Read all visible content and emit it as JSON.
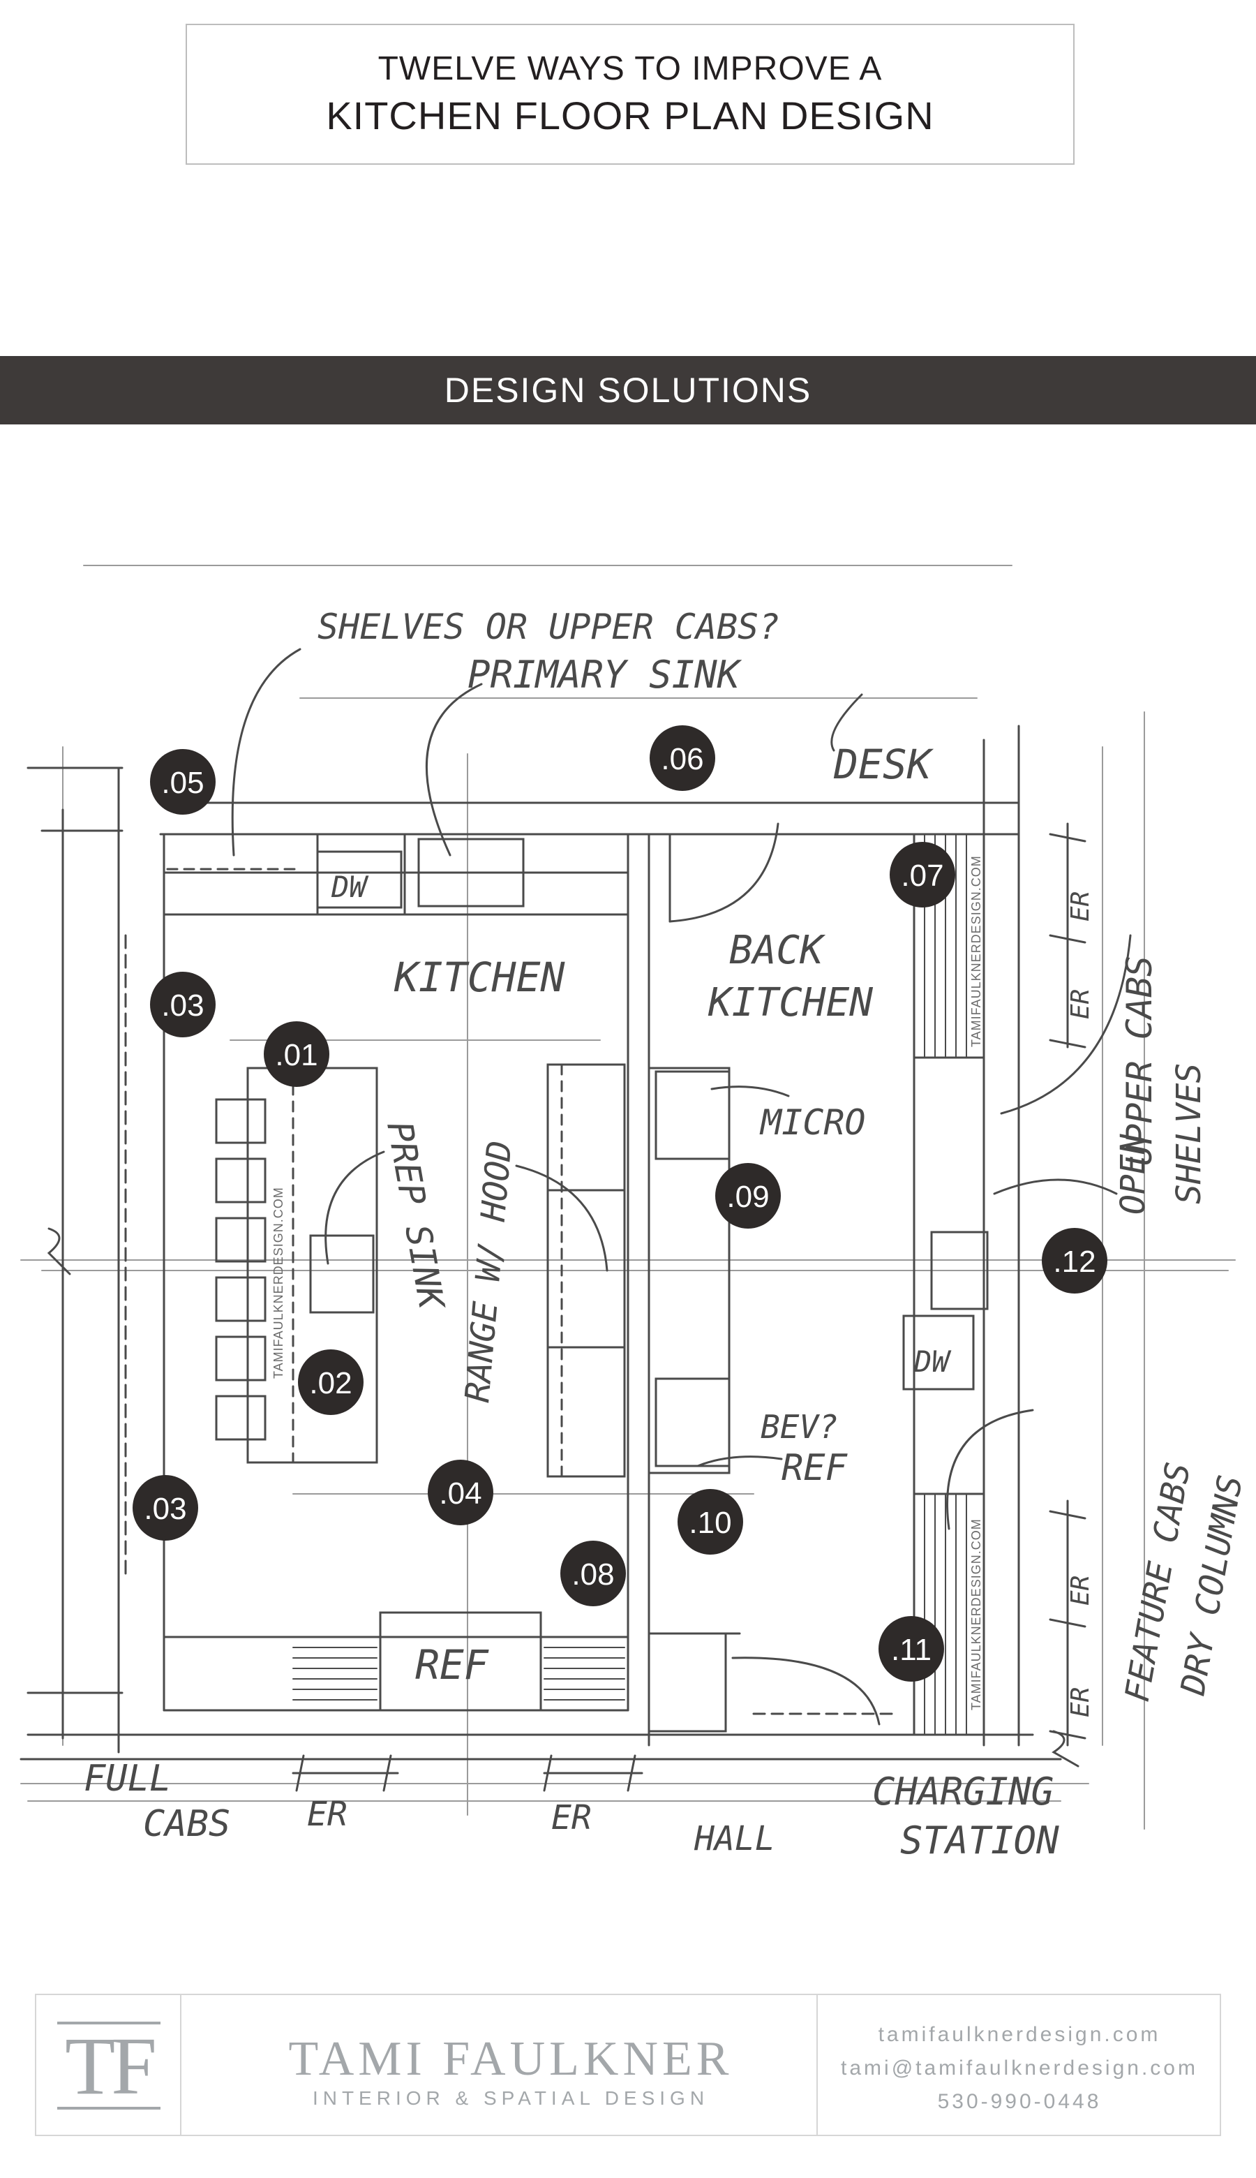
{
  "header": {
    "title_line1": "TWELVE WAYS TO IMPROVE A",
    "title_line2": "KITCHEN FLOOR PLAN DESIGN"
  },
  "section_band": {
    "label": "DESIGN SOLUTIONS",
    "color": "#3e3a39"
  },
  "plan": {
    "badges": [
      ".01",
      ".02",
      ".03",
      ".03",
      ".04",
      ".05",
      ".06",
      ".07",
      ".08",
      ".09",
      ".10",
      ".11",
      ".12"
    ],
    "sketch_labels": {
      "shelves": "SHELVES OR UPPER CABS?",
      "primary_sink": "PRIMARY SINK",
      "desk": "DESK",
      "upper_cabs": "UPPER CABS",
      "kitchen": "KITCHEN",
      "back_kitchen_1": "BACK",
      "back_kitchen_2": "KITCHEN",
      "dw_top": "DW",
      "dw_right": "DW",
      "micro": "MICRO",
      "prep_sink": "PREP SINK",
      "range_hood": "RANGE W/ HOOD",
      "open_shelves_1": "OPEN",
      "open_shelves_2": "SHELVES",
      "bev_ref_1": "BEV?",
      "bev_ref_2": "REF",
      "feature_cabs": "FEATURE CABS",
      "dry_columns": "DRY COLUMNS",
      "ref": "REF",
      "full_cabs_1": "FULL",
      "full_cabs_2": "CABS",
      "er_1": "ER",
      "er_2": "ER",
      "er_side_1": "ER",
      "er_side_2": "ER",
      "er_side_3": "ER",
      "er_side_4": "ER",
      "charging_1": "CHARGING",
      "charging_2": "STATION",
      "hall": "HALL",
      "watermark": "TAMIFAULKNERDESIGN.COM"
    }
  },
  "footer": {
    "logo_mark": "TF",
    "brand_name": "TAMI FAULKNER",
    "brand_sub": "INTERIOR & SPATIAL DESIGN",
    "website": "tamifaulknerdesign.com",
    "email": "tami@tamifaulknerdesign.com",
    "phone": "530-990-0448",
    "brand_color": "#a3a7aa"
  }
}
